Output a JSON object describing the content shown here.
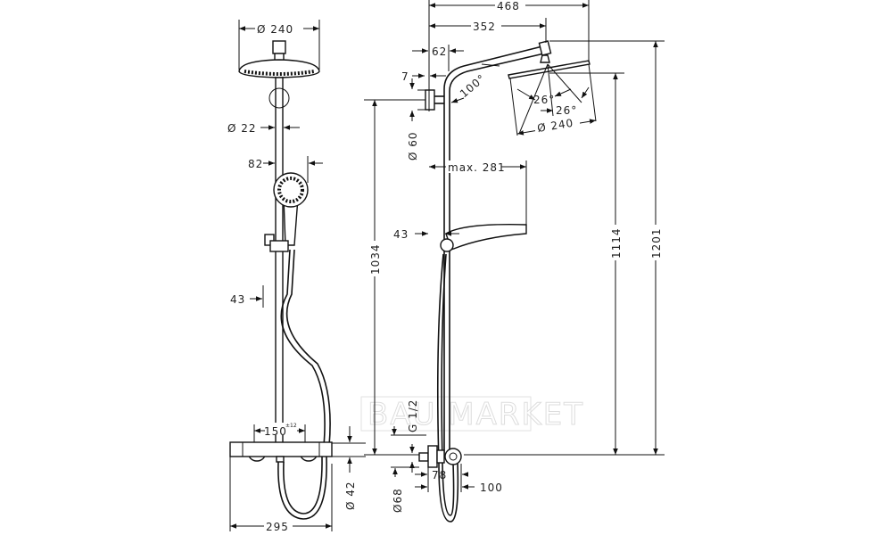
{
  "watermark": "BAU MARKET",
  "front_view": {
    "head_diameter": "Ø 240",
    "rod_diameter": "Ø 22",
    "hand_shower_width": "82",
    "rod_offset": "43",
    "valve_spacing": "150",
    "valve_spacing_tolerance": "±12",
    "valve_diameter": "Ø 42",
    "thermostat_width": "295"
  },
  "side_view": {
    "total_height_to_top": "1034",
    "arm_reach": "468",
    "arm_length": "352",
    "arm_bend": "62",
    "bracket_offset": "7",
    "arm_angle": "100°",
    "bracket_diameter": "Ø 60",
    "hand_shower_reach": "max. 281",
    "rod_offset": "43",
    "spray_angle_1": "26°",
    "spray_angle_2": "26°",
    "head_diameter": "Ø 240",
    "height_to_head": "1114",
    "overall_height": "1201",
    "connection_thread": "G 1/2",
    "connection_diameter": "Ø68",
    "outlet_offset": "78",
    "outlet_projection": "100"
  }
}
